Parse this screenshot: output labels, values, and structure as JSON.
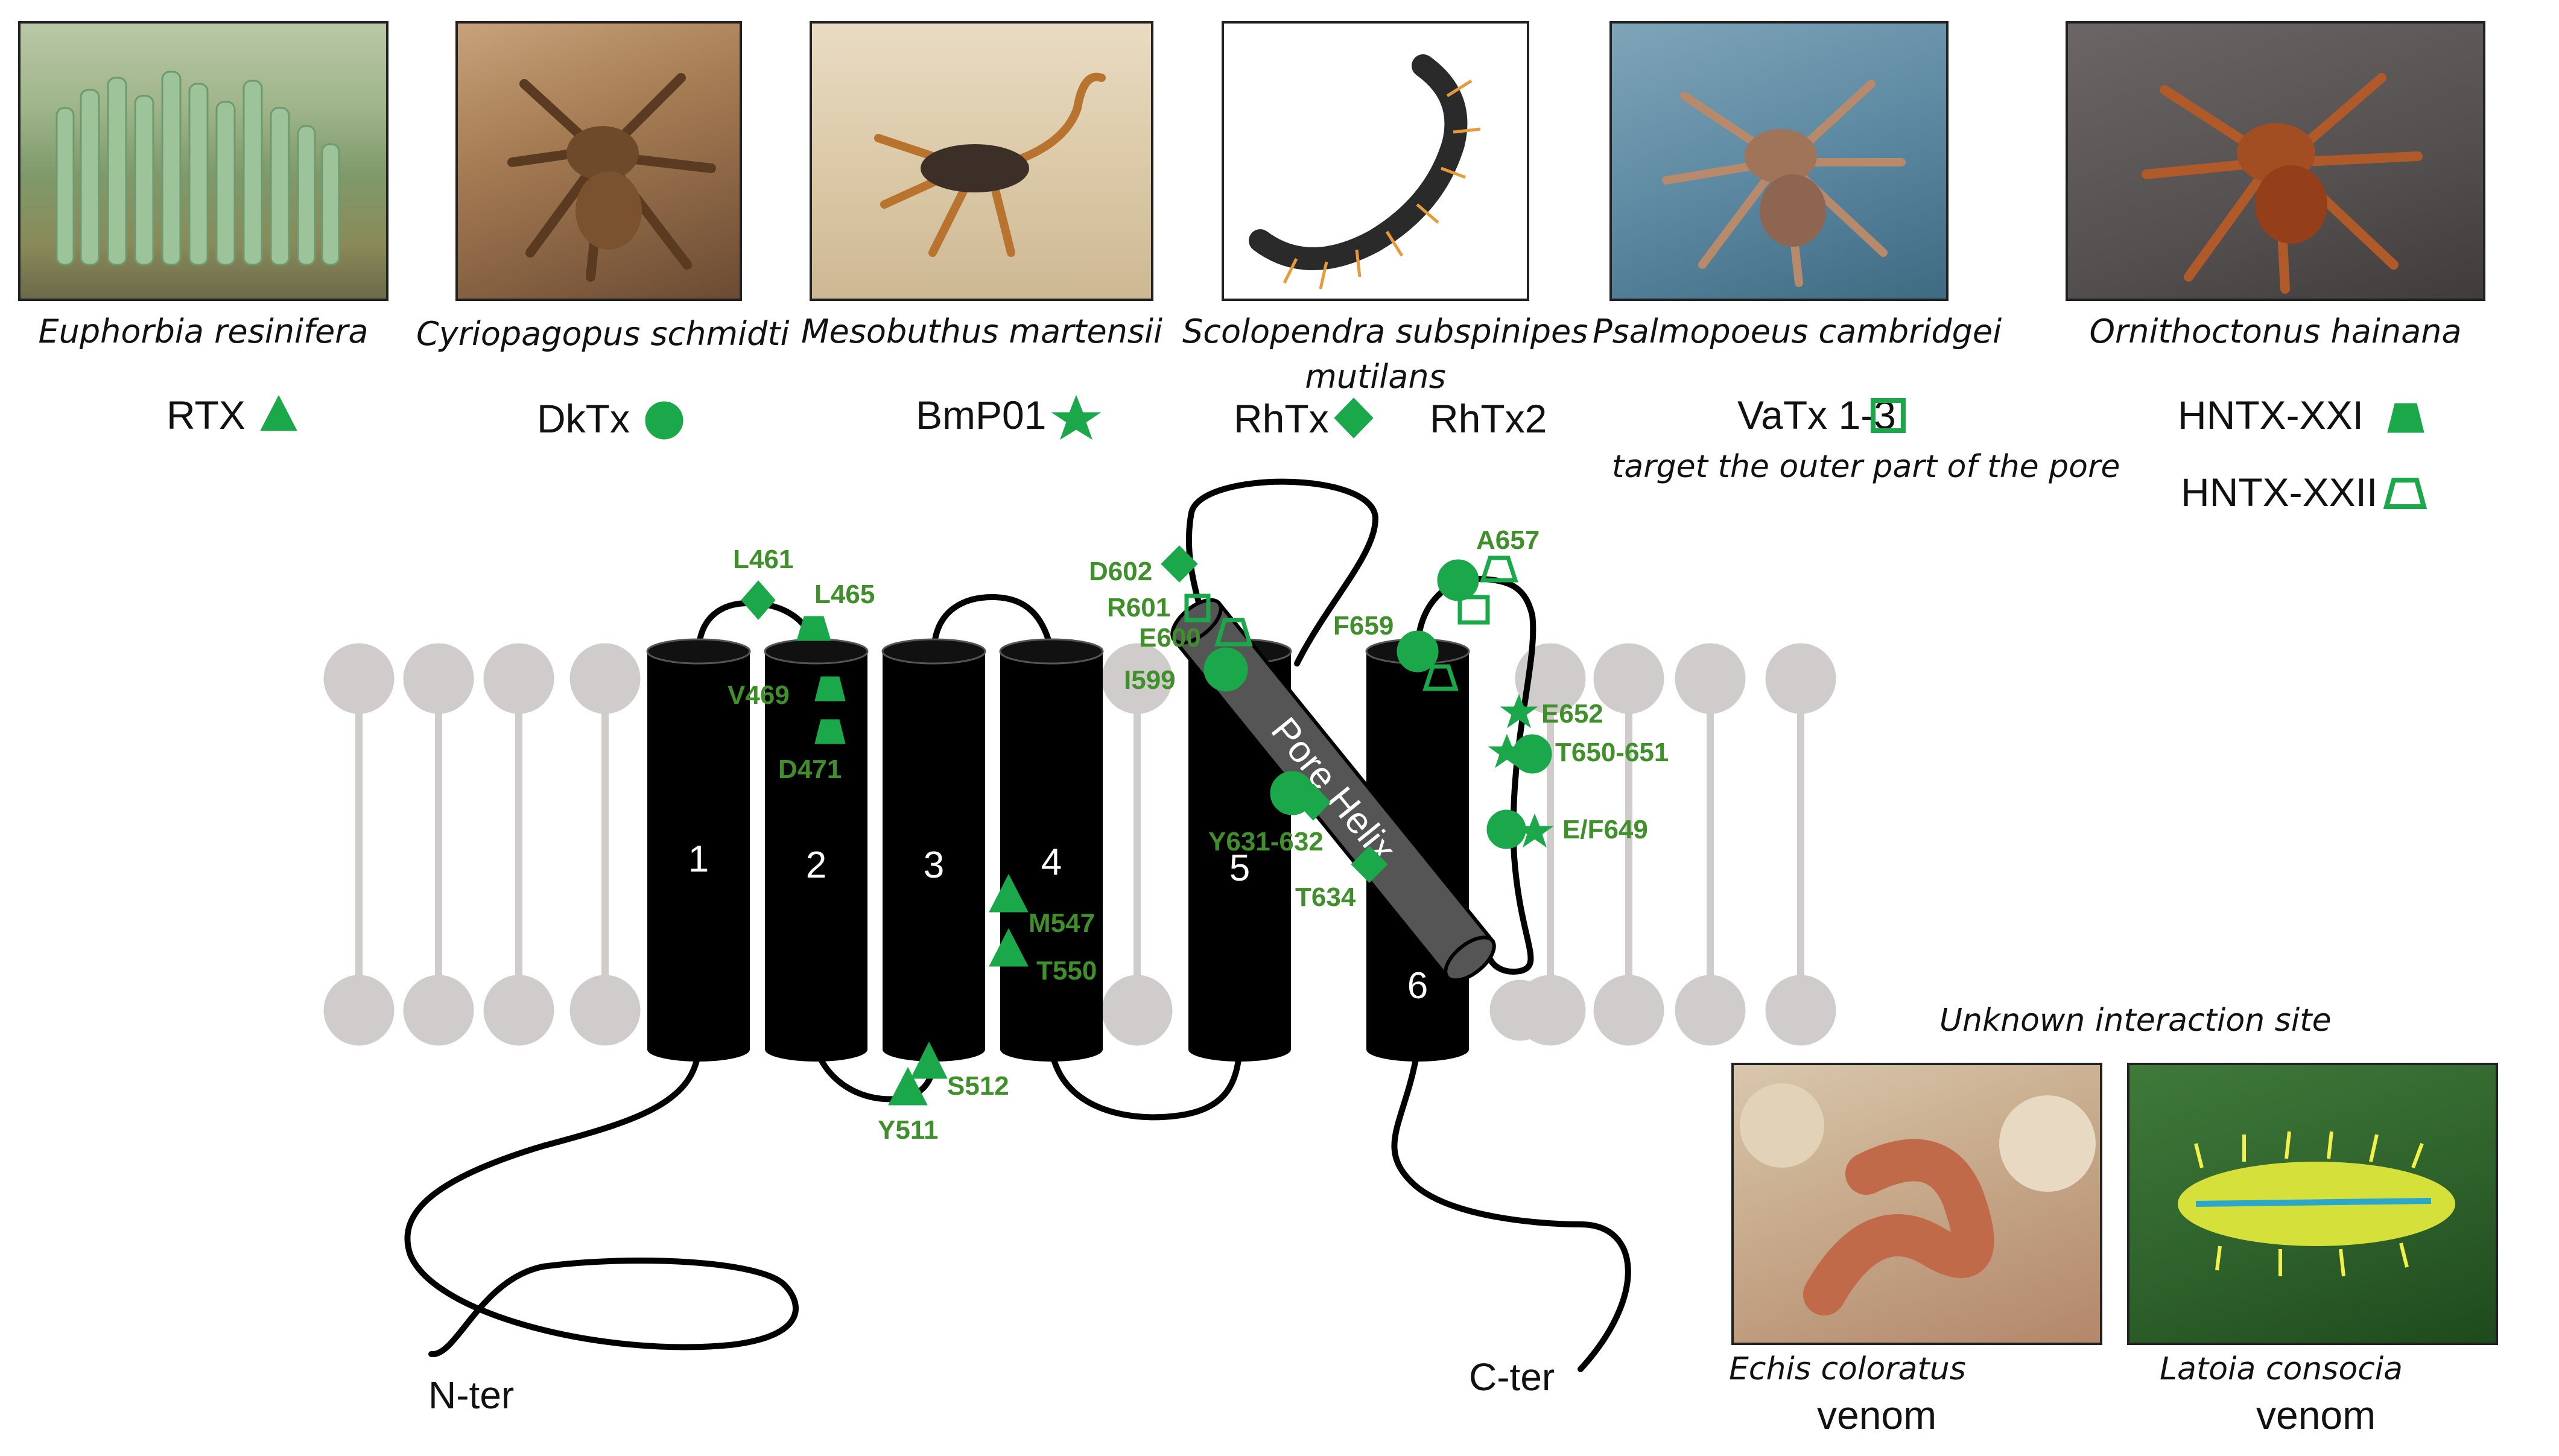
{
  "species": [
    {
      "name": "Euphorbia resinifera",
      "icon": "euphorbia-cactus-photo"
    },
    {
      "name": "Cyriopagopus schmidti",
      "icon": "tarantula-photo"
    },
    {
      "name": "Mesobuthus martensii",
      "icon": "scorpion-photo"
    },
    {
      "name": "Scolopendra subspinipes",
      "name2": "mutilans",
      "icon": "centipede-photo"
    },
    {
      "name": "Psalmopoeus cambridgei",
      "icon": "tarantula-blue-bg-photo"
    },
    {
      "name": "Ornithoctonus hainana",
      "icon": "tarantula-orange-photo"
    }
  ],
  "toxins": {
    "rtx": "RTX",
    "dktx": "DkTx",
    "bmp01": "BmP01",
    "rhtx": "RhTx",
    "rhtx2": "RhTx2",
    "vatx": "VaTx 1-3",
    "vatx_note": "target the outer part of the pore",
    "hntx21": "HNTX-XXI",
    "hntx22": "HNTX-XXII"
  },
  "segments": [
    "1",
    "2",
    "3",
    "4",
    "5",
    "6"
  ],
  "pore_helix": "Pore Helix",
  "termini": {
    "n": "N-ter",
    "c": "C-ter"
  },
  "residues": [
    "L461",
    "L465",
    "V469",
    "D471",
    "M547",
    "T550",
    "S512",
    "Y511",
    "D602",
    "R601",
    "E600",
    "I599",
    "Y631-632",
    "T634",
    "F659",
    "A657",
    "E652",
    "T650-651",
    "E/F649"
  ],
  "unknown": {
    "title": "Unknown interaction site",
    "echis": "Echis coloratus",
    "latoia": "Latoia consocia",
    "venom": "venom"
  },
  "colors": {
    "green": "#1aa84a",
    "label_green": "#3f8f2a",
    "helix_black": "#000000",
    "pore_gray": "#555555",
    "lipid_gray": "#d0cccc"
  }
}
